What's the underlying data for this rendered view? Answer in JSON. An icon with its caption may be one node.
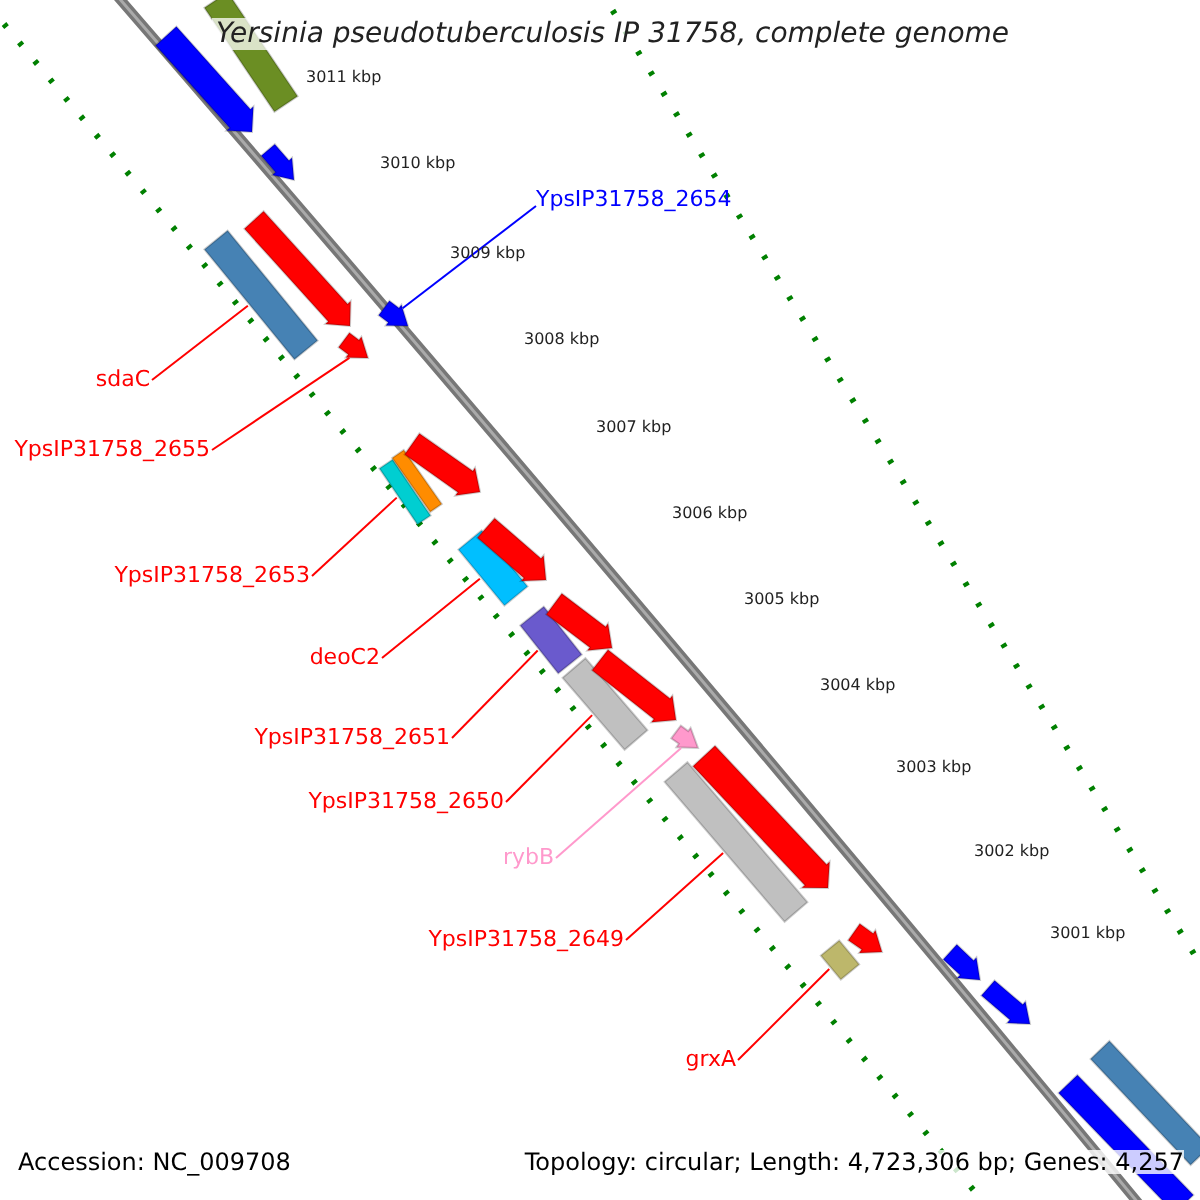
{
  "diagram": {
    "title": "Yersinia pseudotuberculosis IP 31758, complete genome",
    "nodes": [
      {
        "text": [
          "YpsIP31758_2654"
        ]
      },
      {
        "text": [
          "sdaC"
        ]
      },
      {
        "text": [
          "YpsIP31758_2655"
        ]
      },
      {
        "text": [
          "YpsIP31758_2653"
        ]
      },
      {
        "text": [
          "deoC2"
        ]
      },
      {
        "text": [
          "YpsIP31758_2651"
        ]
      },
      {
        "text": [
          "YpsIP31758_2650"
        ]
      },
      {
        "text": [
          "rybB"
        ]
      },
      {
        "text": [
          "YpsIP31758_2649"
        ]
      },
      {
        "text": [
          "grxA"
        ]
      },
      {
        "text": [],
        "shape": "arrow"
      },
      {
        "text": [],
        "shape": "bar"
      },
      {
        "text": [],
        "shape": "arrow"
      },
      {
        "text": [],
        "shape": "bar"
      },
      {
        "text": [],
        "shape": "bar"
      },
      {
        "text": [],
        "shape": "bar"
      },
      {
        "text": [],
        "shape": "bar"
      },
      {
        "text": [],
        "shape": "arrow"
      },
      {
        "text": [],
        "shape": "bar"
      },
      {
        "text": [],
        "shape": "bar"
      },
      {
        "text": [],
        "shape": "arrow"
      },
      {
        "text": [],
        "shape": "bar"
      },
      {
        "text": [],
        "shape": "arrow"
      },
      {
        "text": [],
        "shape": "arrow"
      },
      {
        "text": [],
        "shape": "bar"
      },
      {
        "text": [],
        "shape": "arrow"
      },
      {
        "text": [],
        "shape": "arrow"
      },
      {
        "text": [],
        "shape": "arrow"
      },
      {
        "text": [],
        "shape": "arrow"
      },
      {
        "text": [],
        "shape": "arrow"
      },
      {
        "text": [],
        "shape": "arrow"
      },
      {
        "text": [],
        "shape": "arrow"
      },
      {
        "text": [],
        "shape": "arrow"
      },
      {
        "text": [],
        "shape": "bar"
      },
      {
        "text": [],
        "shape": "bar"
      }
    ],
    "edges": [
      {
        "from": 0,
        "to": 10,
        "arrow": "none",
        "color": "#0000ff"
      },
      {
        "from": 1,
        "to": 11,
        "arrow": "none"
      },
      {
        "from": 2,
        "to": 12,
        "arrow": "none"
      },
      {
        "from": 3,
        "to": 13,
        "arrow": "none"
      },
      {
        "from": 4,
        "to": 14,
        "arrow": "none"
      },
      {
        "from": 5,
        "to": 15,
        "arrow": "none"
      },
      {
        "from": 6,
        "to": 16,
        "arrow": "none"
      },
      {
        "from": 7,
        "to": 17,
        "arrow": "none",
        "color": "#ff99cc"
      },
      {
        "from": 8,
        "to": 18,
        "arrow": "none"
      },
      {
        "from": 9,
        "to": 19,
        "arrow": "none"
      }
    ],
    "labels": [
      "3011 kbp",
      "3010 kbp",
      "3009 kbp",
      "3008 kbp",
      "3007 kbp",
      "3006 kbp",
      "3005 kbp",
      "3004 kbp",
      "3003 kbp",
      "3002 kbp",
      "3001 kbp",
      "Accession: NC_009708",
      "Topology: circular; Length: 4,723,306 bp; Genes: 4,257"
    ]
  }
}
